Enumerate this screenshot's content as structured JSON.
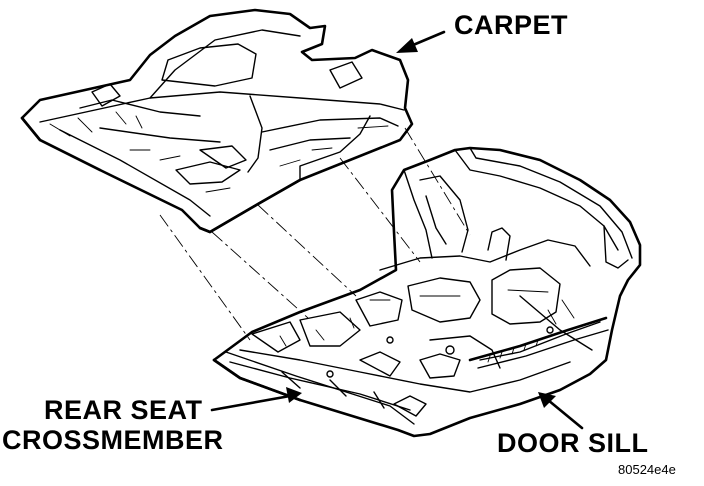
{
  "labels": {
    "carpet": "CARPET",
    "rear_seat_line1": "REAR SEAT",
    "rear_seat_line2": "CROSSMEMBER",
    "door_sill": "DOOR SILL"
  },
  "figure_code": "80524e4e"
}
